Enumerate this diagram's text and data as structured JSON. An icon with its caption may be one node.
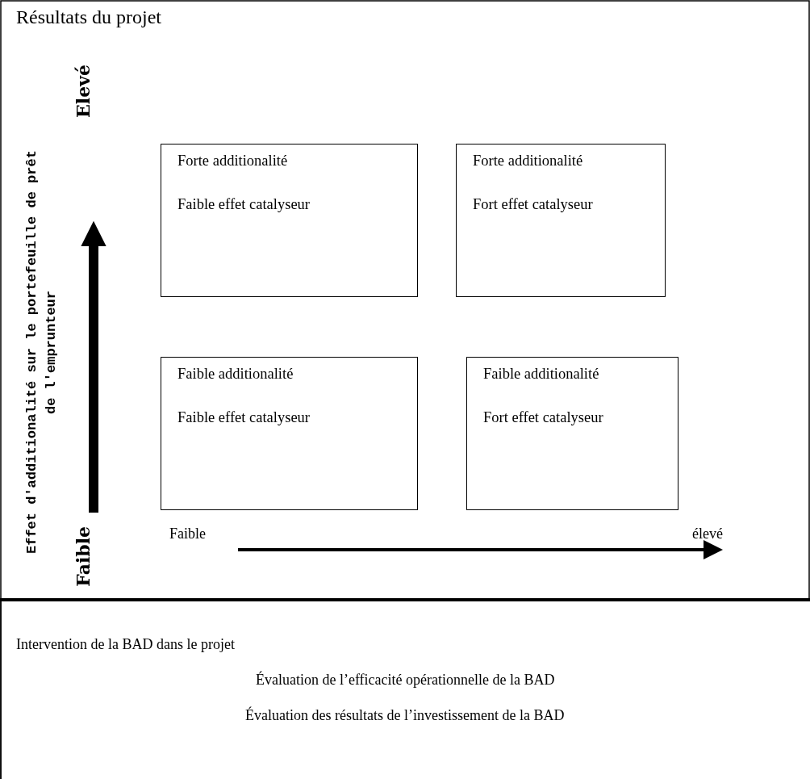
{
  "diagram": {
    "title": "Résultats du projet",
    "nodes": [
      {
        "text": [
          "Forte additionalité",
          "Faible effet catalyseur"
        ]
      },
      {
        "text": [
          "Forte additionalité",
          "Fort effet catalyseur"
        ]
      },
      {
        "text": [
          "Faible additionalité",
          "Faible effet catalyseur"
        ]
      },
      {
        "text": [
          "Faible additionalité",
          "Fort effet catalyseur"
        ]
      }
    ],
    "labels": [
      "Elevé",
      "Effet d'additionalité sur le portefeuille de prêt de l'emprunteur",
      "Faible",
      "Faible",
      "élevé",
      "Intervention de la BAD dans le projet",
      "Évaluation de l’efficacité opérationnelle de la BAD",
      "Évaluation des résultats de l’investissement de la BAD"
    ]
  }
}
